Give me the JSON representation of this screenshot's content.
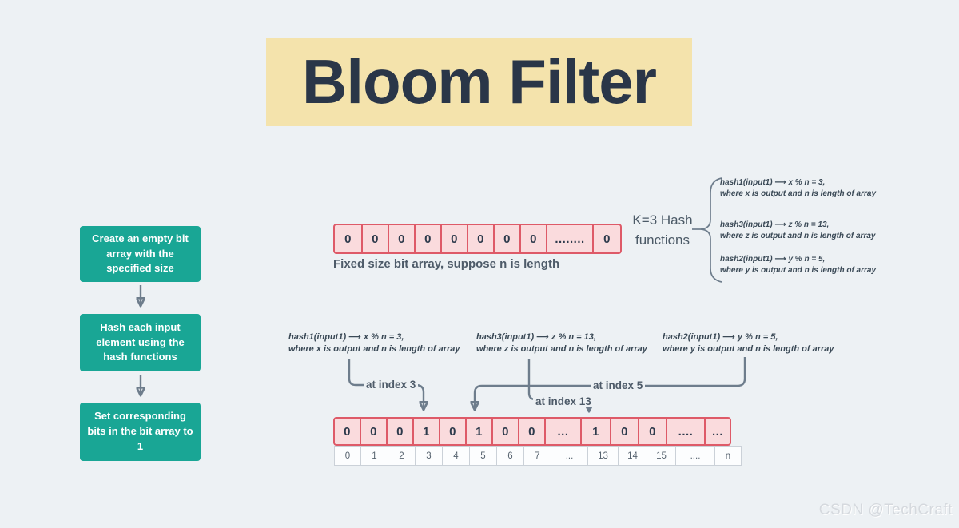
{
  "title": "Bloom Filter",
  "watermark": "CSDN @TechCraft",
  "flow_steps": [
    "Create an empty bit array with the specified size",
    "Hash each input element using the hash functions",
    "Set corresponding bits in the bit array to 1"
  ],
  "top_array": {
    "cells": [
      "0",
      "0",
      "0",
      "0",
      "0",
      "0",
      "0",
      "0",
      "........",
      "0"
    ],
    "caption": "Fixed size bit array, suppose n is length"
  },
  "hash_group_label": "K=3 Hash functions",
  "hash_functions": [
    {
      "formula": "hash1(input1) ⟶ x % n = 3,",
      "where": "where x is output and n is length of array"
    },
    {
      "formula": "hash3(input1) ⟶ z % n = 13,",
      "where": "where z is output and n is length of array"
    },
    {
      "formula": "hash2(input1) ⟶ y % n = 5,",
      "where": "where y is output and n is length of array"
    }
  ],
  "annotations": {
    "index3": "at index 3",
    "index13": "at index 13",
    "index5": "at index 5"
  },
  "bottom_array": {
    "values": [
      "0",
      "0",
      "0",
      "1",
      "0",
      "1",
      "0",
      "0",
      "...",
      "1",
      "0",
      "0",
      "....",
      "..."
    ],
    "indices": [
      "0",
      "1",
      "2",
      "3",
      "4",
      "5",
      "6",
      "7",
      "...",
      "13",
      "14",
      "15",
      "....",
      "n"
    ]
  },
  "colors": {
    "background": "#EDF1F4",
    "title_background": "#F4E3AC",
    "title_text": "#2A3648",
    "flow_box_teal": "#19A695",
    "bit_cell_fill": "#FADBDD",
    "bit_cell_border": "#DE5A68",
    "connector_gray": "#6E7D8C",
    "text_dark": "#2D3A4C"
  }
}
